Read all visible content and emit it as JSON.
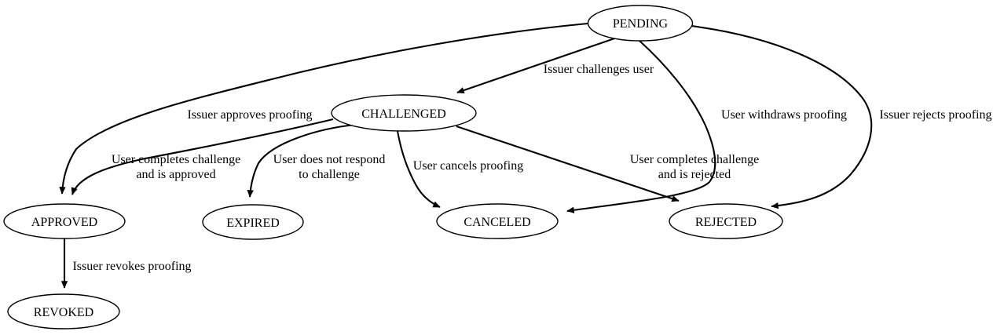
{
  "diagram": {
    "type": "state-diagram",
    "background_color": "#ffffff",
    "line_color": "#000000",
    "text_color": "#000000",
    "nodes": [
      {
        "id": "pending",
        "label": "PENDING"
      },
      {
        "id": "challenged",
        "label": "CHALLENGED"
      },
      {
        "id": "approved",
        "label": "APPROVED"
      },
      {
        "id": "expired",
        "label": "EXPIRED"
      },
      {
        "id": "canceled",
        "label": "CANCELED"
      },
      {
        "id": "rejected",
        "label": "REJECTED"
      },
      {
        "id": "revoked",
        "label": "REVOKED"
      }
    ],
    "edges": [
      {
        "from": "pending",
        "to": "challenged",
        "label_lines": [
          "Issuer challenges user"
        ]
      },
      {
        "from": "pending",
        "to": "approved",
        "label_lines": [
          "Issuer approves proofing"
        ]
      },
      {
        "from": "pending",
        "to": "canceled",
        "label_lines": [
          "User withdraws proofing"
        ]
      },
      {
        "from": "pending",
        "to": "rejected",
        "label_lines": [
          "Issuer rejects proofing"
        ]
      },
      {
        "from": "challenged",
        "to": "approved",
        "label_lines": [
          "User completes challenge",
          "and is approved"
        ]
      },
      {
        "from": "challenged",
        "to": "expired",
        "label_lines": [
          "User does not respond",
          "to challenge"
        ]
      },
      {
        "from": "challenged",
        "to": "canceled",
        "label_lines": [
          "User cancels proofing"
        ]
      },
      {
        "from": "challenged",
        "to": "rejected",
        "label_lines": [
          "User completes challenge",
          "and is rejected"
        ]
      },
      {
        "from": "approved",
        "to": "revoked",
        "label_lines": [
          "Issuer revokes proofing"
        ]
      }
    ]
  }
}
